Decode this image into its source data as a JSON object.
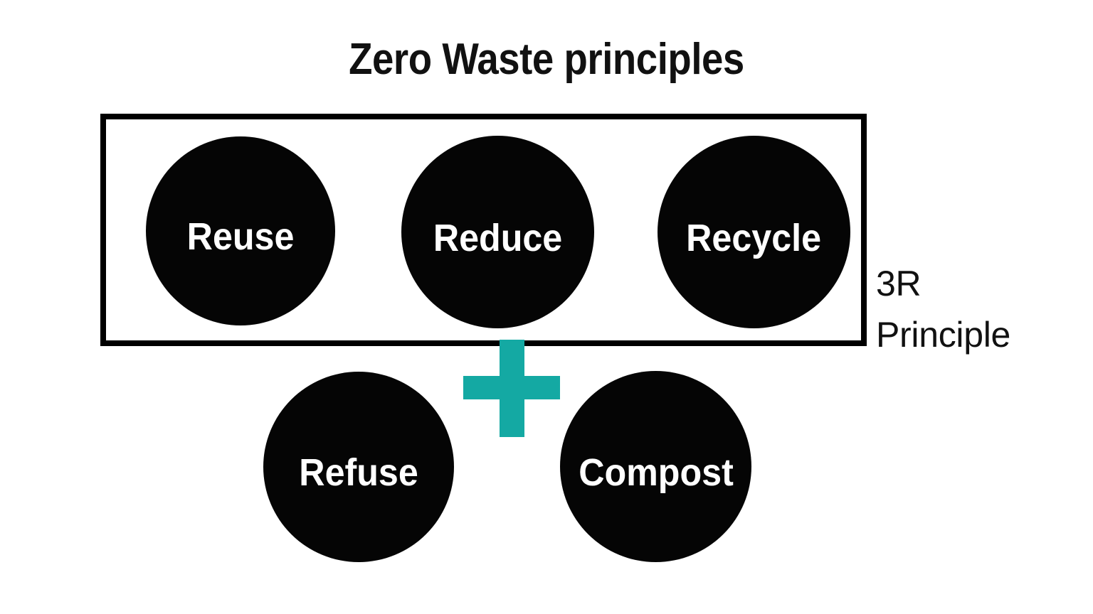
{
  "diagram": {
    "title": "Zero Waste principles",
    "type": "concept-diagram",
    "background_color": "#FFFFFF",
    "accent_color": "#14A9A3",
    "node_fill_color": "#050505",
    "node_text_color": "#FFFFFF",
    "outline_color": "#000000"
  },
  "group_box": {
    "caption_line_1": "3R",
    "caption_line_2": "Principle",
    "nodes": [
      {
        "label": "Reuse"
      },
      {
        "label": "Reduce"
      },
      {
        "label": "Recycle"
      }
    ]
  },
  "connector": {
    "symbol": "plus",
    "color": "#14A9A3"
  },
  "additional_nodes": [
    {
      "label": "Refuse"
    },
    {
      "label": "Compost"
    }
  ]
}
